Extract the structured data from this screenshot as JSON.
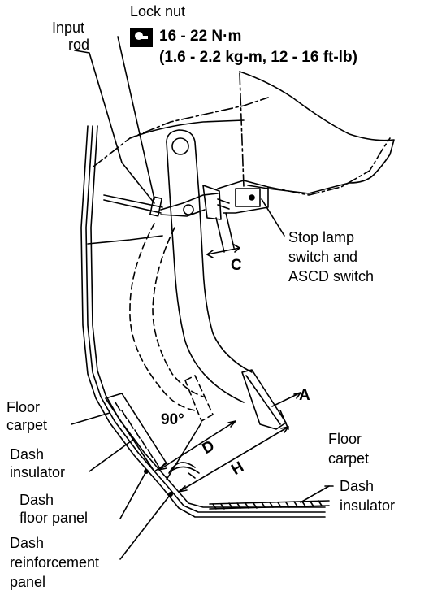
{
  "labels": {
    "input_rod": [
      "Input",
      "rod"
    ],
    "lock_nut": "Lock nut",
    "torque_main": "16 - 22 N·m",
    "torque_alt": "(1.6 - 2.2 kg-m, 12 - 16 ft-lb)",
    "stop_lamp": [
      "Stop lamp",
      "switch and",
      "ASCD switch"
    ],
    "floor_carpet_left": [
      "Floor",
      "carpet"
    ],
    "dash_insulator_left": [
      "Dash",
      "insulator"
    ],
    "dash_floor_panel": [
      "Dash",
      "floor panel"
    ],
    "dash_reinforcement": [
      "Dash",
      "reinforcement",
      "panel"
    ],
    "floor_carpet_right": [
      "Floor",
      "carpet"
    ],
    "dash_insulator_right": [
      "Dash",
      "insulator"
    ]
  },
  "dimensions": {
    "angle": "90°",
    "A": "A",
    "C": "C",
    "D": "D",
    "H": "H"
  },
  "icons": {
    "torque_symbol": "torque-wrench-icon"
  },
  "colors": {
    "ink": "#000000",
    "paper": "#ffffff"
  }
}
